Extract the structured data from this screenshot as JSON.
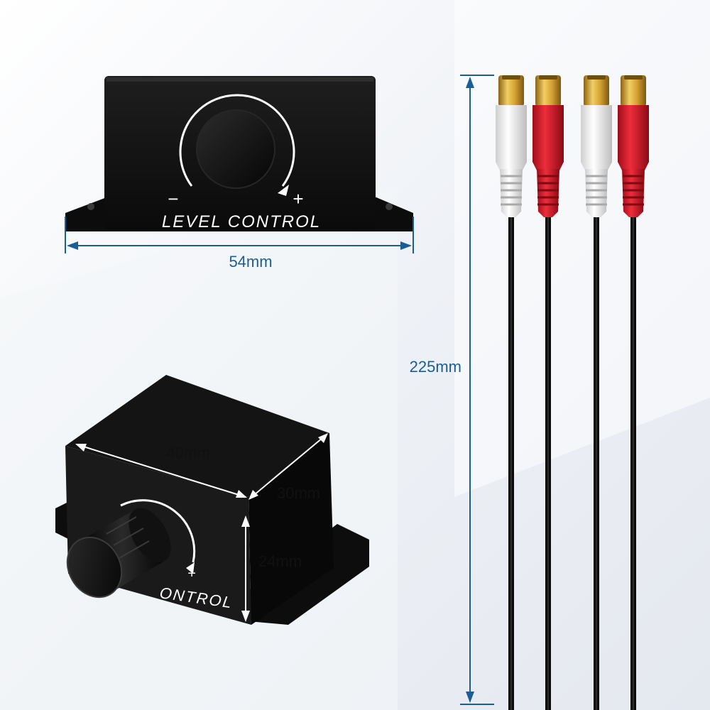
{
  "colors": {
    "dimension": "#1a5f93",
    "device": "#111111",
    "white_plug": "#f2f2f2",
    "red_plug": "#d8192a",
    "gold_tip": "#d7a630",
    "cable": "#0b0b0b"
  },
  "front_view": {
    "label": "LEVEL CONTROL",
    "minus_sign": "−",
    "plus_sign": "+",
    "width_dim": "54mm"
  },
  "angled_view": {
    "label_partial": "ONTROL",
    "plus_sign": "+",
    "length_dim": "40mm",
    "depth_dim": "30mm",
    "height_dim": "24mm"
  },
  "cable": {
    "length_dim": "225mm",
    "plug_colors": [
      "white",
      "red",
      "white",
      "red"
    ]
  }
}
